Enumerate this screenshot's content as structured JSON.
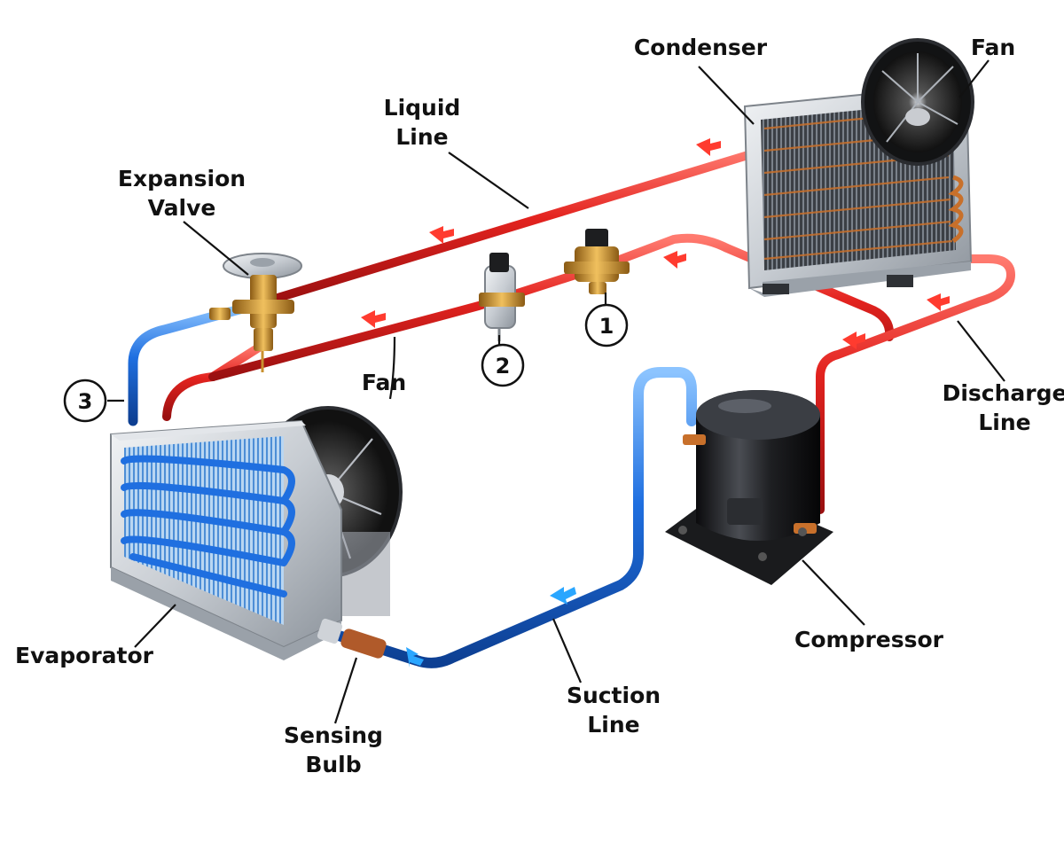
{
  "labels": {
    "condenser": "Condenser",
    "fan_top": "Fan",
    "liquid_line_1": "Liquid",
    "liquid_line_2": "Line",
    "expansion_valve_1": "Expansion",
    "expansion_valve_2": "Valve",
    "fan_mid": "Fan",
    "discharge_line_1": "Discharge",
    "discharge_line_2": "Line",
    "evaporator": "Evaporator",
    "compressor": "Compressor",
    "suction_line_1": "Suction",
    "suction_line_2": "Line",
    "sensing_bulb_1": "Sensing",
    "sensing_bulb_2": "Bulb"
  },
  "markers": {
    "m1": "1",
    "m2": "2",
    "m3": "3"
  },
  "colors": {
    "hot_line": "#e3231f",
    "cold_line": "#1f6fe0",
    "brass": "#c9912f",
    "coil_copper": "#c8702b",
    "compressor_body": "#1e1f22",
    "frame_silver": "#c7ccd2"
  }
}
